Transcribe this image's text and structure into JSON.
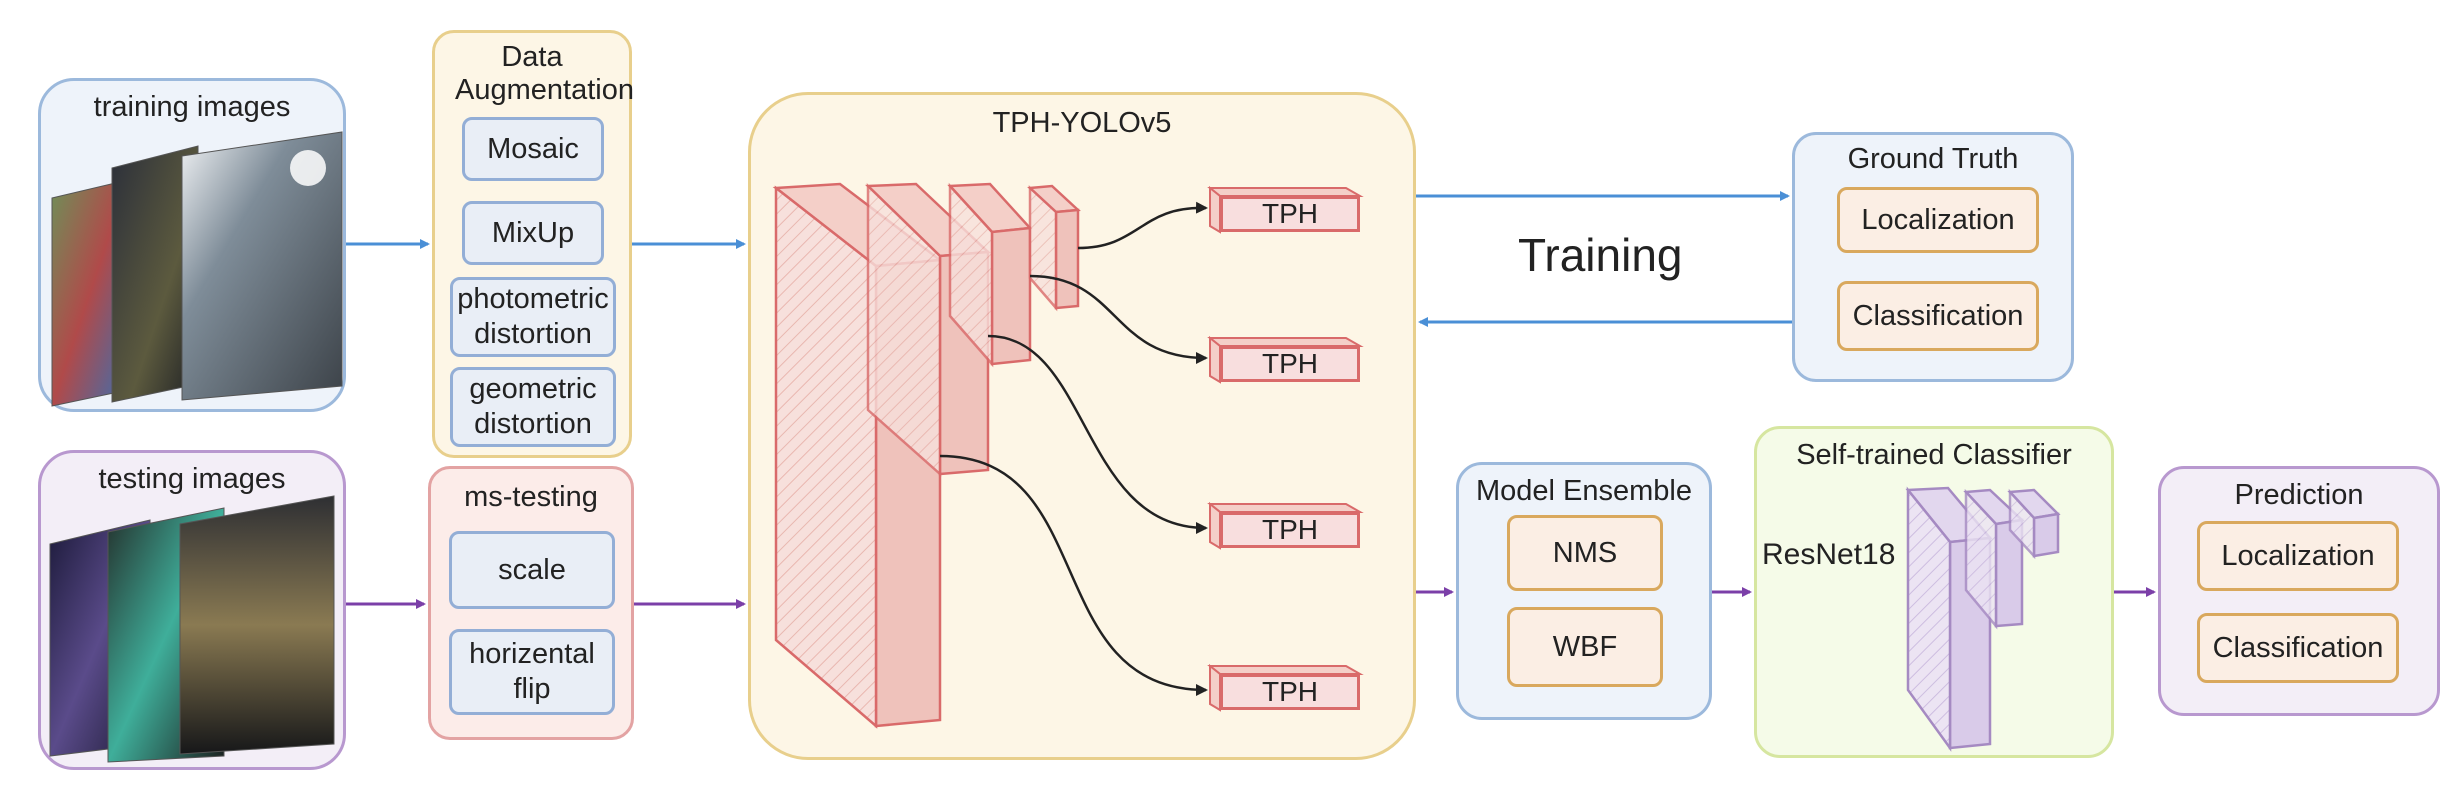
{
  "training_images": {
    "title": "training images"
  },
  "testing_images": {
    "title": "testing images"
  },
  "data_augmentation": {
    "title": "Data Augmentation",
    "items": [
      "Mosaic",
      "MixUp",
      "photometric distortion",
      "geometric distortion"
    ]
  },
  "ms_testing": {
    "title": "ms-testing",
    "items": [
      "scale",
      "horizental flip"
    ]
  },
  "tph_yolov5": {
    "title": "TPH-YOLOv5",
    "heads": [
      "TPH",
      "TPH",
      "TPH",
      "TPH"
    ]
  },
  "ground_truth": {
    "title": "Ground Truth",
    "items": [
      "Localization",
      "Classification"
    ]
  },
  "training_label": "Training",
  "model_ensemble": {
    "title": "Model Ensemble",
    "items": [
      "NMS",
      "WBF"
    ]
  },
  "classifier": {
    "title": "Self-trained Classifier",
    "backbone": "ResNet18"
  },
  "prediction": {
    "title": "Prediction",
    "items": [
      "Localization",
      "Classification"
    ]
  },
  "colors": {
    "blue_group_bg": "#eef3fa",
    "blue_group_border": "#9cb9dc",
    "purple_group_bg": "#f3eef7",
    "purple_group_border": "#b898cf",
    "yellow_group_bg": "#fdf6e6",
    "yellow_group_border": "#e8cf8c",
    "pink_group_bg": "#fcece9",
    "pink_group_border": "#e3a3a3",
    "green_group_bg": "#f5fbe8",
    "green_group_border": "#d6e6a0",
    "arrow_blue": "#4a8fd6",
    "arrow_purple": "#7b3fa8",
    "layer_red": "#d96a6a",
    "layer_purple": "#a58ac2"
  }
}
